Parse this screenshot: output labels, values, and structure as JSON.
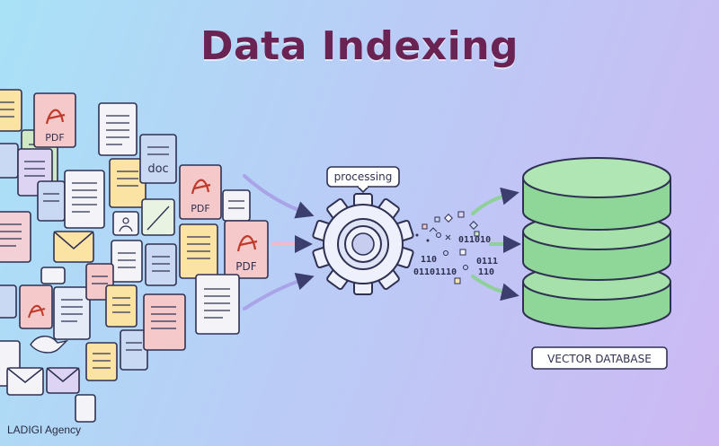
{
  "title": "Data Indexing",
  "labels": {
    "processing": "processing",
    "database": "VECTOR DATABASE",
    "credit": "LADIGI Agency"
  },
  "file_badges": {
    "pdf": "PDF",
    "doc": "doc"
  },
  "binary_fragments": [
    "011010",
    "110",
    "0111",
    "01101110",
    "110"
  ],
  "icons": [
    "pdf-file-icon",
    "doc-file-icon",
    "text-file-icon",
    "envelope-icon",
    "gear-icon",
    "database-icon",
    "arrow-icon"
  ],
  "colors": {
    "title": "#6a2353",
    "outline": "#2f3152",
    "pdf_page": "#f5c9c9",
    "doc_page": "#c9d9f4",
    "text_page": "#f3f3f8",
    "yellow_page": "#fbe3a4",
    "green_page": "#cfe9c4",
    "purple_page": "#ddd3f2",
    "pdf_red": "#c0392b",
    "gear": "#eef0fb",
    "database_green": "#8fd699",
    "database_top": "#b0e6b4",
    "arrow_green": "#8fd09a",
    "arrow_purple": "#a9a3e8"
  }
}
